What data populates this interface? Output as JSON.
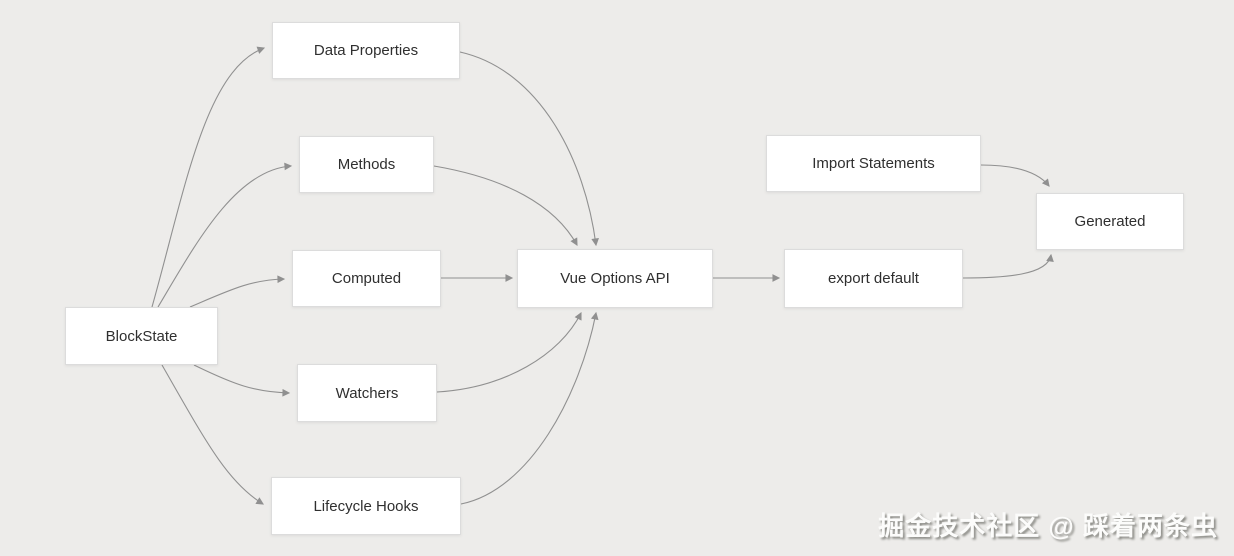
{
  "diagram": {
    "background_color": "#edecea",
    "node_fill_color": "#ffffff",
    "node_border_color": "#dcdcdc",
    "edge_color": "#909090",
    "nodes": {
      "blockstate": {
        "label": "BlockState"
      },
      "data_properties": {
        "label": "Data Properties"
      },
      "methods": {
        "label": "Methods"
      },
      "computed": {
        "label": "Computed"
      },
      "watchers": {
        "label": "Watchers"
      },
      "lifecycle_hooks": {
        "label": "Lifecycle Hooks"
      },
      "vue_options_api": {
        "label": "Vue Options API"
      },
      "import_statements": {
        "label": "Import Statements"
      },
      "export_default": {
        "label": "export default"
      },
      "generated": {
        "label": "Generated"
      }
    },
    "edges": [
      {
        "from": "BlockState",
        "to": "Data Properties"
      },
      {
        "from": "BlockState",
        "to": "Methods"
      },
      {
        "from": "BlockState",
        "to": "Computed"
      },
      {
        "from": "BlockState",
        "to": "Watchers"
      },
      {
        "from": "BlockState",
        "to": "Lifecycle Hooks"
      },
      {
        "from": "Data Properties",
        "to": "Vue Options API"
      },
      {
        "from": "Methods",
        "to": "Vue Options API"
      },
      {
        "from": "Computed",
        "to": "Vue Options API"
      },
      {
        "from": "Watchers",
        "to": "Vue Options API"
      },
      {
        "from": "Lifecycle Hooks",
        "to": "Vue Options API"
      },
      {
        "from": "Vue Options API",
        "to": "export default"
      },
      {
        "from": "Import Statements",
        "to": "Generated"
      },
      {
        "from": "export default",
        "to": "Generated"
      }
    ]
  },
  "watermark": {
    "text": "掘金技术社区 @ 踩着两条虫"
  }
}
